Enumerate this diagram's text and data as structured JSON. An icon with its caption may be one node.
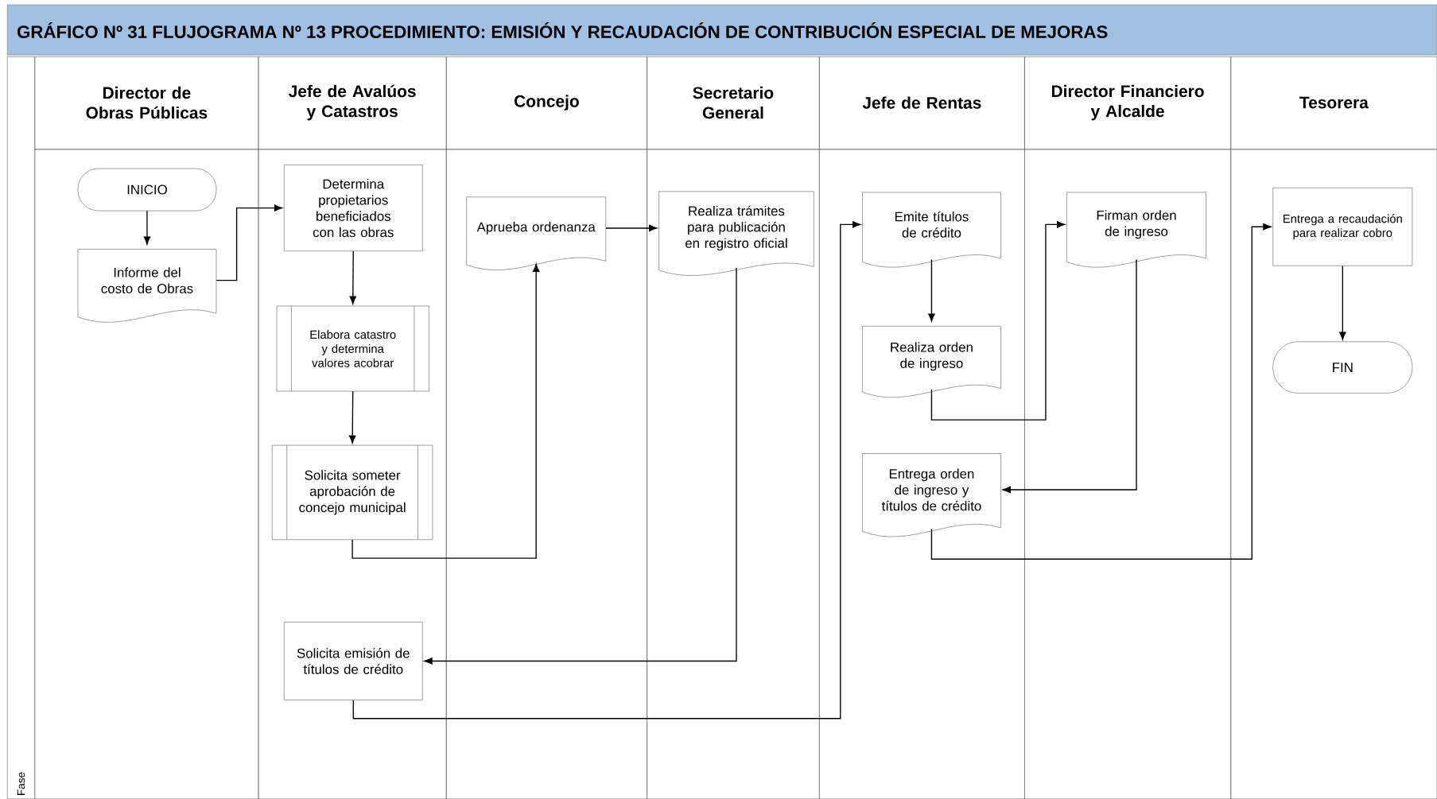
{
  "diagram": {
    "title": "GRÁFICO Nº 31 FLUJOGRAMA Nº 13 PROCEDIMIENTO: EMISIÓN Y RECAUDACIÓN DE CONTRIBUCIÓN ESPECIAL DE MEJORAS",
    "nodes": [
      {
        "text": [
          "Director de Obras Públicas"
        ]
      },
      {
        "text": [
          "Jefe de Avalúos y Catastros"
        ]
      },
      {
        "text": [
          "Concejo"
        ]
      },
      {
        "text": [
          "Secretario General"
        ]
      },
      {
        "text": [
          "Jefe de Rentas"
        ]
      },
      {
        "text": [
          "Director Financiero y Alcalde"
        ]
      },
      {
        "text": [
          "Tesorera"
        ]
      },
      {
        "text": [
          "INICIO"
        ],
        "in": 0
      },
      {
        "text": [
          "Informe del costo de Obras"
        ],
        "in": 0
      },
      {
        "text": [
          "Determina propietarios beneficiados con las obras"
        ],
        "in": 1
      },
      {
        "text": [
          "Elabora catastro y determina valores acobrar"
        ],
        "in": 1
      },
      {
        "text": [
          "Solicita someter aprobación de concejo municipal"
        ],
        "in": 1
      },
      {
        "text": [
          "Solicita emisión de títulos de crédito"
        ],
        "in": 1
      },
      {
        "text": [
          "Aprueba ordenanza"
        ],
        "in": 2
      },
      {
        "text": [
          "Realiza trámites para publicación en registro oficial"
        ],
        "in": 3
      },
      {
        "text": [
          "Emite títulos de crédito"
        ],
        "in": 4
      },
      {
        "text": [
          "Realiza orden de ingreso"
        ],
        "in": 4
      },
      {
        "text": [
          "Entrega orden de ingreso y títulos de crédito"
        ],
        "in": 4
      },
      {
        "text": [
          "Firman orden de ingreso"
        ],
        "in": 5
      },
      {
        "text": [
          "Entrega a recaudación para realizar cobro"
        ],
        "in": 6
      },
      {
        "text": [
          "FIN"
        ],
        "in": 6
      }
    ],
    "edges": [
      {
        "from": 7,
        "to": 8,
        "arrow": "to"
      },
      {
        "from": 8,
        "to": 9,
        "arrow": "to"
      },
      {
        "from": 9,
        "to": 10,
        "arrow": "to"
      },
      {
        "from": 10,
        "to": 11,
        "arrow": "to"
      },
      {
        "from": 11,
        "to": 13,
        "arrow": "to"
      },
      {
        "from": 13,
        "to": 14,
        "arrow": "to"
      },
      {
        "from": 14,
        "to": 12,
        "arrow": "to"
      },
      {
        "from": 12,
        "to": 15,
        "arrow": "to"
      },
      {
        "from": 15,
        "to": 16,
        "arrow": "to"
      },
      {
        "from": 16,
        "to": 18,
        "arrow": "to"
      },
      {
        "from": 18,
        "to": 17,
        "arrow": "to"
      },
      {
        "from": 17,
        "to": 19,
        "arrow": "to"
      },
      {
        "from": 19,
        "to": 20,
        "arrow": "to"
      }
    ],
    "labels": [
      "Fase"
    ]
  }
}
